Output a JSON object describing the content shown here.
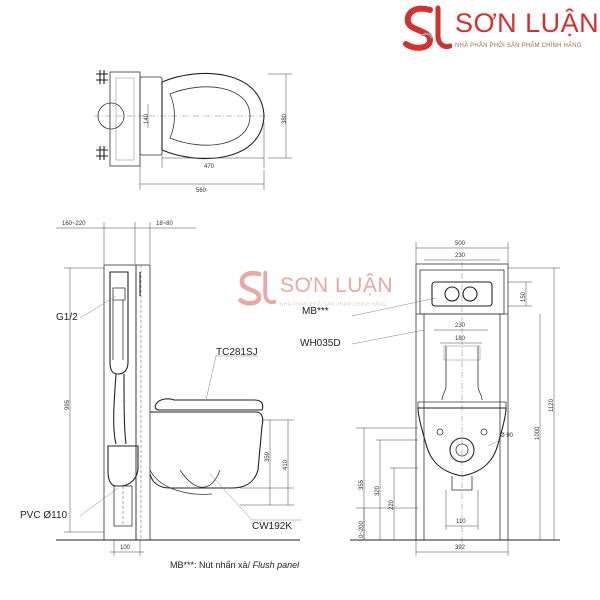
{
  "brand": {
    "name": "SƠN LUẬN",
    "tagline": "NHÀ PHÂN PHỐI SẢN PHẨM CHÍNH HÃNG",
    "primary_color": "#d2322f",
    "watermark_color": "#e8a8a4"
  },
  "labels": {
    "g12": "G1/2",
    "tc281sj": "TC281SJ",
    "pvc": "PVC Ø110",
    "cw192k": "CW192K",
    "mb": "MB***",
    "wh035d": "WH035D"
  },
  "footnote": {
    "code": "MB***:",
    "vi": "Nút nhấn xả/",
    "en": "Flush panel"
  },
  "dimensions": {
    "top": {
      "d470": "470",
      "d560": "560",
      "d380": "380",
      "d140": "140"
    },
    "side": {
      "d160_220": "160~220",
      "d18_80": "18~80",
      "d995": "995",
      "d410": "410",
      "d359": "359",
      "d100": "100"
    },
    "front": {
      "d500": "500",
      "d230a": "230",
      "d230b": "230",
      "d180": "180",
      "d150": "150",
      "d1000": "1000",
      "d1120": "1120",
      "d355": "355",
      "d320": "320",
      "d220": "220",
      "d0_200": "0~200",
      "d110": "110",
      "d392": "392",
      "d90": "Ø 90"
    }
  }
}
